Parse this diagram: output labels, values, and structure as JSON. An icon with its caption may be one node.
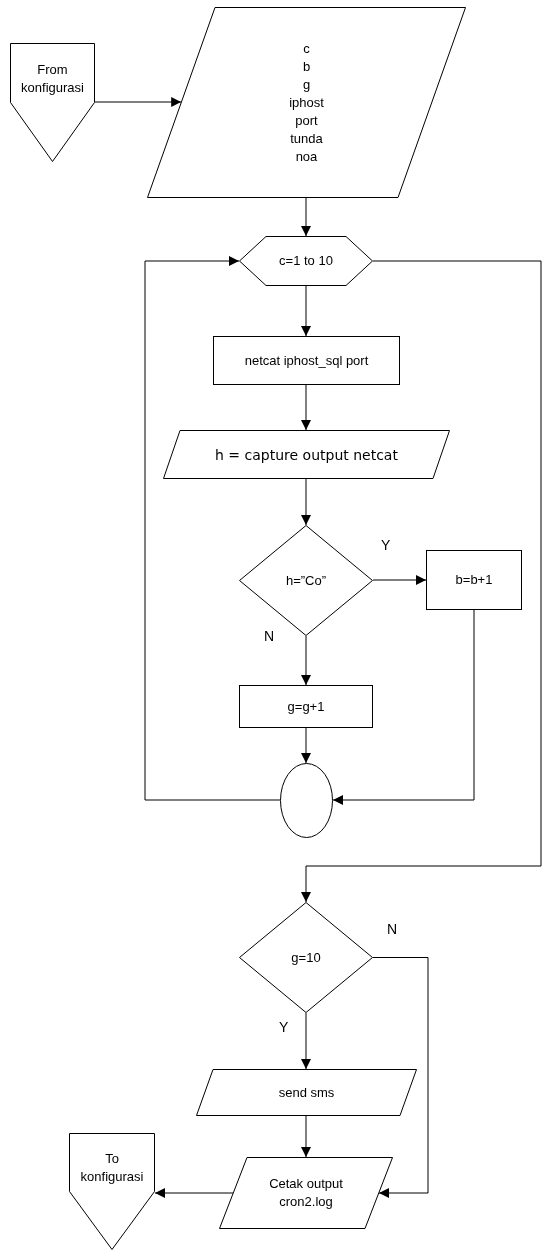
{
  "diagram": {
    "nodes": [
      {
        "text": [
          "From konfigurasi"
        ]
      },
      {
        "text": [
          "c",
          "b",
          "g",
          "iphost",
          "port",
          "tunda",
          "noa"
        ]
      },
      {
        "text": [
          "c=1 to 10"
        ]
      },
      {
        "text": [
          "netcat iphost_sql port"
        ]
      },
      {
        "text": [
          "h = capture output netcat"
        ]
      },
      {
        "text": [
          "h=”Co”"
        ]
      },
      {
        "text": [
          "b=b+1"
        ]
      },
      {
        "text": [
          "g=g+1"
        ]
      },
      {
        "text": [],
        "shape": "circle"
      },
      {
        "text": [
          "g=10"
        ]
      },
      {
        "text": [
          "send sms"
        ]
      },
      {
        "text": [
          "Cetak output cron2.log"
        ]
      },
      {
        "text": [
          "To konfigurasi"
        ]
      }
    ],
    "edges": [
      {
        "from": 0,
        "to": 1,
        "arrow": "to"
      },
      {
        "from": 1,
        "to": 2,
        "arrow": "to"
      },
      {
        "from": 2,
        "to": 3,
        "arrow": "to"
      },
      {
        "from": 3,
        "to": 4,
        "arrow": "to"
      },
      {
        "from": 4,
        "to": 5,
        "arrow": "to"
      },
      {
        "from": 5,
        "to": 6,
        "arrow": "to",
        "label": "Y"
      },
      {
        "from": 5,
        "to": 7,
        "arrow": "to",
        "label": "N"
      },
      {
        "from": 7,
        "to": 8,
        "arrow": "to"
      },
      {
        "from": 6,
        "to": 8,
        "arrow": "to"
      },
      {
        "from": 8,
        "to": 2,
        "arrow": "to"
      },
      {
        "from": 2,
        "to": 9,
        "arrow": "to"
      },
      {
        "from": 9,
        "to": 10,
        "arrow": "to",
        "label": "Y"
      },
      {
        "from": 9,
        "to": 11,
        "arrow": "to",
        "label": "N"
      },
      {
        "from": 10,
        "to": 11,
        "arrow": "to"
      },
      {
        "from": 11,
        "to": 12,
        "arrow": "to"
      }
    ]
  }
}
